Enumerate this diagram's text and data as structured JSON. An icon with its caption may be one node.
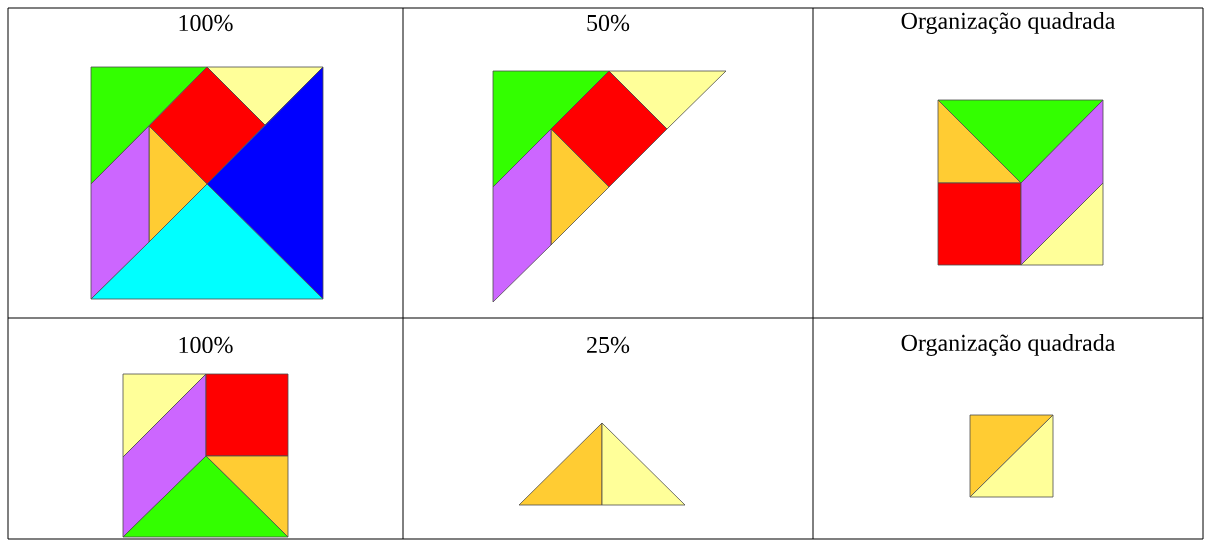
{
  "diagram": {
    "labels": [
      "100%",
      "50%",
      "Organização quadrada",
      "100%",
      "25%",
      "Organização quadrada"
    ]
  }
}
